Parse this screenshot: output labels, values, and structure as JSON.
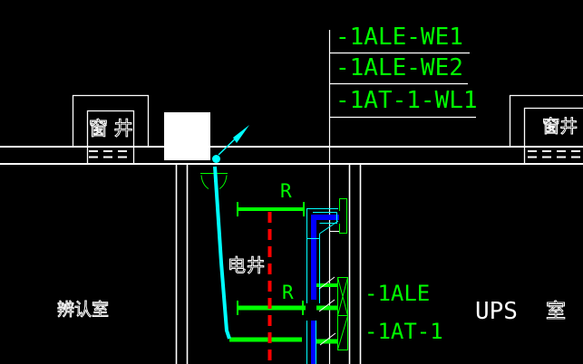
{
  "colors": {
    "background": "#000000",
    "wall": "#ffffff",
    "circuit": "#00ff00",
    "cable": "#00ffff",
    "power_riser": "#0000ff",
    "axis": "#ff0000"
  },
  "feeder_schedule": {
    "items": [
      "-1ALE-WE1",
      "-1ALE-WE2",
      "-1AT-1-WL1"
    ]
  },
  "panel_labels": {
    "panel1": "-1ALE",
    "panel2": "-1AT-1"
  },
  "riser_marks": {
    "r1": "R",
    "r2": "R"
  },
  "rooms": {
    "window_well_left": "窗井",
    "window_well_right": "窗井",
    "electrical_shaft": "电井",
    "identification_room": "辨认室",
    "ups_room_name": "UPS",
    "ups_room_suffix": "室"
  }
}
